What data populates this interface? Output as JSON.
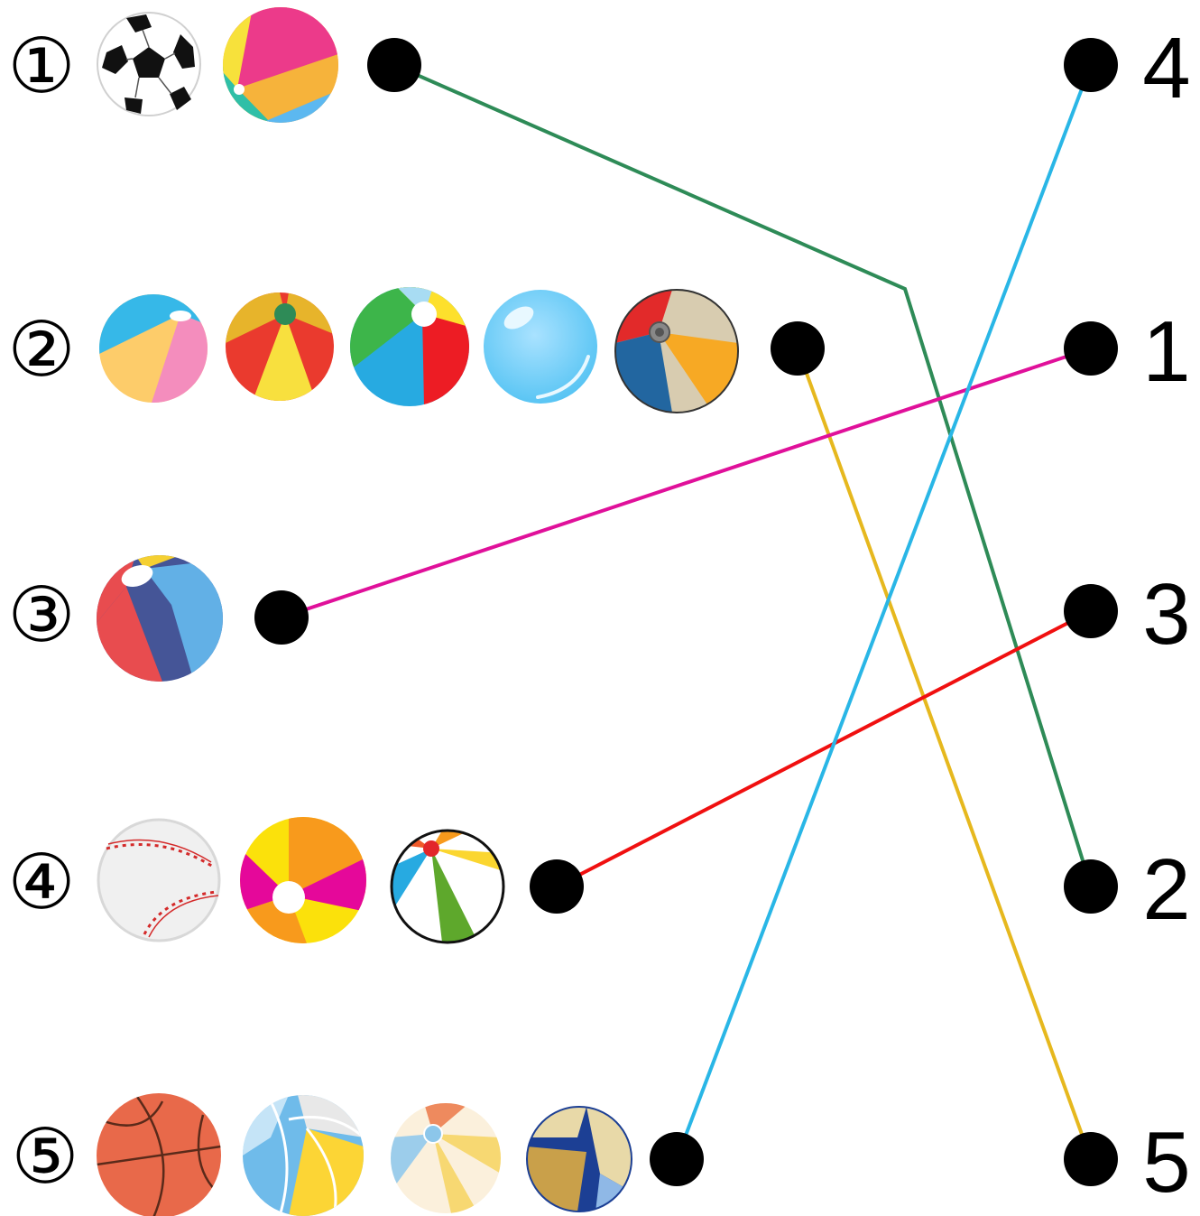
{
  "rows": [
    {
      "label": "①",
      "balls": [
        "soccer-ball",
        "beach-ball"
      ]
    },
    {
      "label": "②",
      "balls": [
        "beach-ball",
        "beach-ball",
        "beach-ball",
        "bubble-ball",
        "beach-ball"
      ]
    },
    {
      "label": "③",
      "balls": [
        "beach-ball"
      ]
    },
    {
      "label": "④",
      "balls": [
        "baseball",
        "beach-ball",
        "beach-ball"
      ]
    },
    {
      "label": "⑤",
      "balls": [
        "basketball",
        "volleyball",
        "beach-ball",
        "volleyball"
      ]
    }
  ],
  "answers": [
    "4",
    "1",
    "3",
    "2",
    "5"
  ],
  "connections": [
    {
      "from": "①",
      "to": "2",
      "color": "#2e8b57"
    },
    {
      "from": "②",
      "to": "5",
      "color": "#e6b81e"
    },
    {
      "from": "③",
      "to": "1",
      "color": "#e0109a"
    },
    {
      "from": "④",
      "to": "3",
      "color": "#f01010"
    },
    {
      "from": "⑤",
      "to": "4",
      "color": "#29b6e6"
    }
  ]
}
